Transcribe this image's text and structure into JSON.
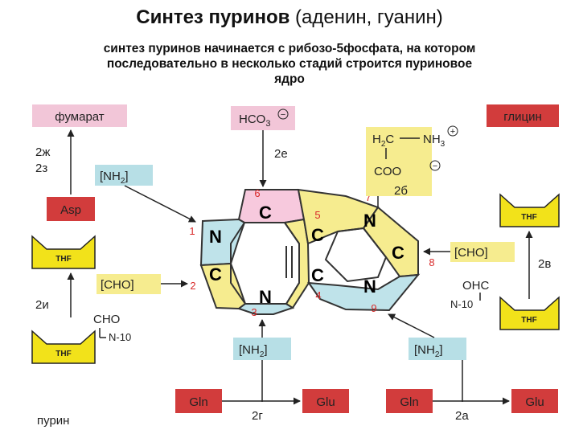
{
  "title": {
    "bold": "Синтез пуринов",
    "rest": " (аденин, гуанин)"
  },
  "subtitle": {
    "line1": "синтез пуринов начинается с рибозо-5фосфата, на котором",
    "line2": "последовательно в несколько стадий строится пуриновое",
    "line3": "ядро"
  },
  "labels": {
    "fumarat": "фумарат",
    "glycine": "глицин",
    "hco3": "HCO",
    "hco3_sub": "3",
    "asp": "Asp",
    "thf": "THF",
    "nh2": "NH",
    "nh2_sub": "2",
    "cho": "CHO",
    "gln": "Gln",
    "glu": "Glu",
    "purin": "пурин",
    "minus": "−",
    "plus": "+",
    "n10": "N-10",
    "ohc": "OHC",
    "cho_plain": "CHO",
    "h2c_h": "H",
    "h2c_2": "2",
    "h2c_c": "C",
    "nh3_nh": "NH",
    "nh3_3": "3",
    "coo": "COO",
    "dash": "—"
  },
  "steps": {
    "s2zh": "2ж",
    "s2z": "2з",
    "s2e": "2е",
    "s2b": "2б",
    "s2v": "2в",
    "s2i": "2и",
    "s2g": "2г",
    "s2a": "2а"
  },
  "atoms": {
    "c": "C",
    "n": "N"
  },
  "positions": {
    "p1": "1",
    "p2": "2",
    "p3": "3",
    "p4": "4",
    "p5": "5",
    "p6": "6",
    "p7": "7",
    "p8": "8",
    "p9": "9"
  },
  "colors": {
    "red_box": "#d23c3c",
    "pink_box": "#f2c6d8",
    "blue_box": "#b7dfe6",
    "yellow": "#f4ea79",
    "thf_yellow": "#f2e21a",
    "ring_pink": "#f7c9dd",
    "ring_blue": "#bfe3ea",
    "ring_yellow": "#f6ec8f",
    "arrow": "#222222"
  }
}
